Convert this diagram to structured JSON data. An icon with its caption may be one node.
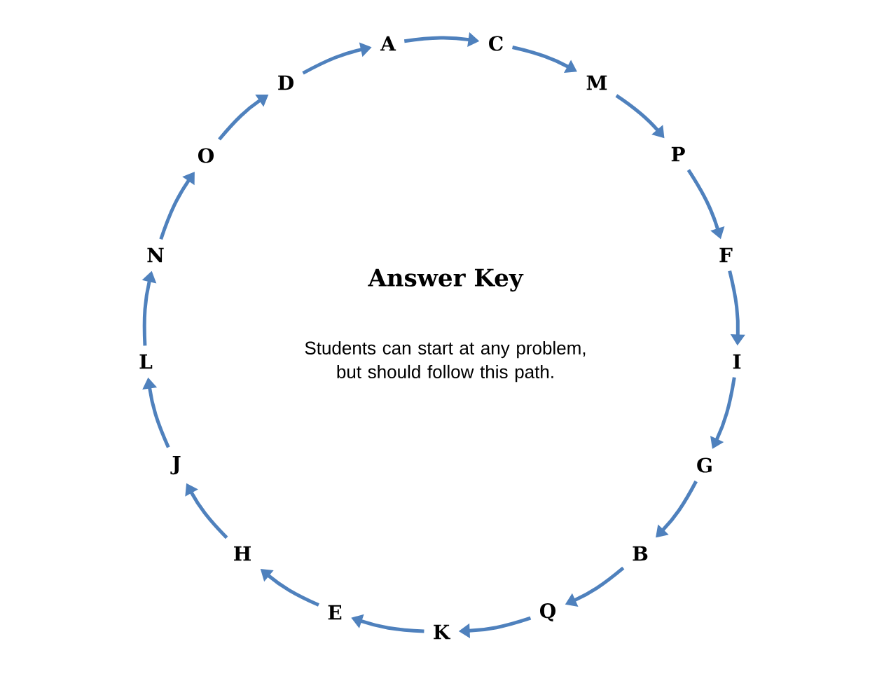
{
  "diagram": {
    "title": "Answer Key",
    "nodes": [
      {
        "text": [
          "A"
        ]
      },
      {
        "text": [
          "C"
        ]
      },
      {
        "text": [
          "M"
        ]
      },
      {
        "text": [
          "P"
        ]
      },
      {
        "text": [
          "F"
        ]
      },
      {
        "text": [
          "I"
        ]
      },
      {
        "text": [
          "G"
        ]
      },
      {
        "text": [
          "B"
        ]
      },
      {
        "text": [
          "Q"
        ]
      },
      {
        "text": [
          "K"
        ]
      },
      {
        "text": [
          "E"
        ]
      },
      {
        "text": [
          "H"
        ]
      },
      {
        "text": [
          "J"
        ]
      },
      {
        "text": [
          "L"
        ]
      },
      {
        "text": [
          "N"
        ]
      },
      {
        "text": [
          "O"
        ]
      },
      {
        "text": [
          "D"
        ]
      }
    ],
    "edges": [
      {
        "from": 0,
        "to": 1,
        "arrow": "to"
      },
      {
        "from": 1,
        "to": 2,
        "arrow": "to"
      },
      {
        "from": 2,
        "to": 3,
        "arrow": "to"
      },
      {
        "from": 3,
        "to": 4,
        "arrow": "to"
      },
      {
        "from": 4,
        "to": 5,
        "arrow": "to"
      },
      {
        "from": 5,
        "to": 6,
        "arrow": "to"
      },
      {
        "from": 6,
        "to": 7,
        "arrow": "to"
      },
      {
        "from": 7,
        "to": 8,
        "arrow": "to"
      },
      {
        "from": 8,
        "to": 9,
        "arrow": "to"
      },
      {
        "from": 9,
        "to": 10,
        "arrow": "to"
      },
      {
        "from": 10,
        "to": 11,
        "arrow": "to"
      },
      {
        "from": 11,
        "to": 12,
        "arrow": "to"
      },
      {
        "from": 12,
        "to": 13,
        "arrow": "to"
      },
      {
        "from": 13,
        "to": 14,
        "arrow": "to"
      },
      {
        "from": 14,
        "to": 15,
        "arrow": "to"
      },
      {
        "from": 15,
        "to": 16,
        "arrow": "to"
      },
      {
        "from": 16,
        "to": 0,
        "arrow": "to"
      }
    ],
    "labels": [
      "Students can start at any problem, but should follow this path."
    ]
  }
}
